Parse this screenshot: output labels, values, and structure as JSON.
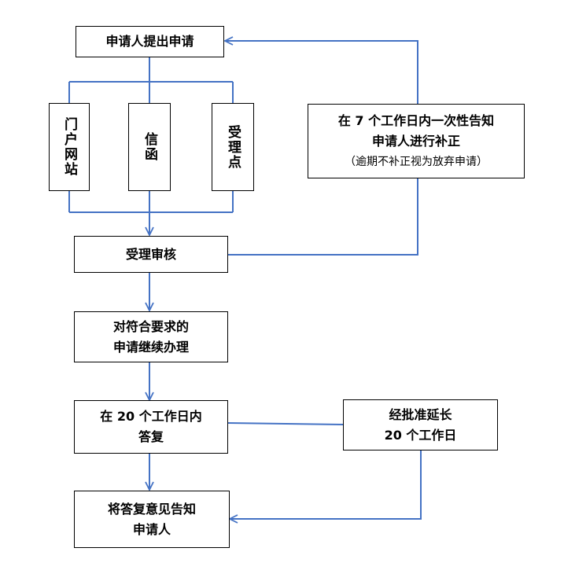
{
  "nodes": {
    "apply": "申请人提出申请",
    "portal": "门户网站",
    "letter": "信函",
    "office": "受理点",
    "notify_line1": "在 7 个工作日内一次性告知",
    "notify_line2": "申请人进行补正",
    "notify_line3": "（逾期不补正视为放弃申请）",
    "review": "受理审核",
    "continue_line1": "对符合要求的",
    "continue_line2": "申请继续办理",
    "reply_line1": "在 20 个工作日内",
    "reply_line2": "答复",
    "extend_line1": "经批准延长",
    "extend_line2": "20 个工作日",
    "inform_line1": "将答复意见告知",
    "inform_line2": "申请人"
  },
  "colors": {
    "connector": "#4472C4",
    "border": "#000000",
    "text": "#000000"
  }
}
